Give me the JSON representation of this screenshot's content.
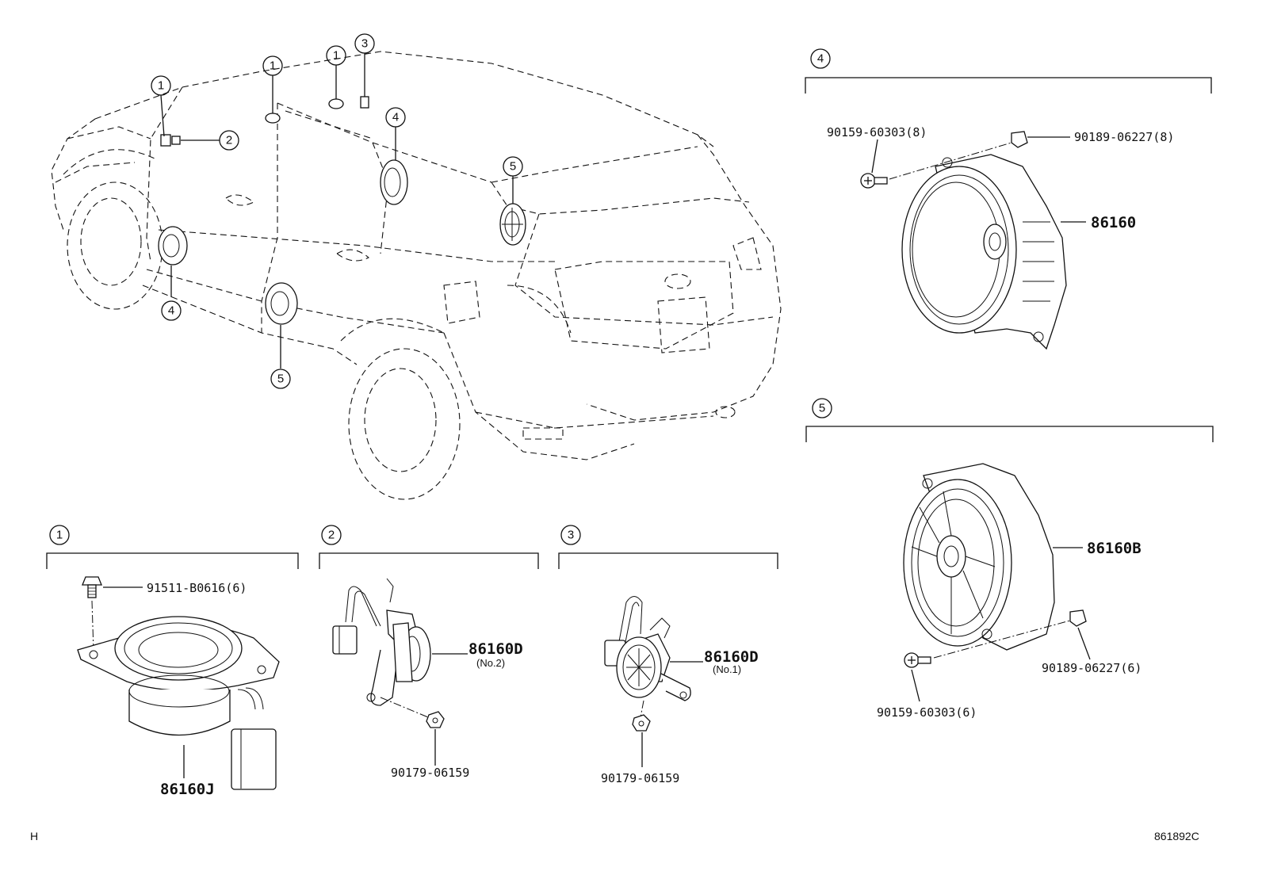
{
  "callouts": {
    "c1": "1",
    "c2": "2",
    "c3": "3",
    "c4": "4",
    "c5": "5"
  },
  "sections": {
    "s4": {
      "id": "4",
      "parts": {
        "screw": "90159-60303(8)",
        "nut": "90189-06227(8)",
        "speaker": "86160"
      }
    },
    "s5": {
      "id": "5",
      "parts": {
        "speaker": "86160B",
        "nut": "90189-06227(6)",
        "screw": "90159-60303(6)"
      }
    },
    "s1": {
      "id": "1",
      "parts": {
        "bolt": "91511-B0616(6)",
        "speaker": "86160J"
      }
    },
    "s2": {
      "id": "2",
      "parts": {
        "tweeter": "86160D",
        "tweeter_note": "(No.2)",
        "nut": "90179-06159"
      }
    },
    "s3": {
      "id": "3",
      "parts": {
        "tweeter": "86160D",
        "tweeter_note": "(No.1)",
        "nut": "90179-06159"
      }
    }
  },
  "footer": {
    "left_code": "H",
    "right_code": "861892C"
  }
}
